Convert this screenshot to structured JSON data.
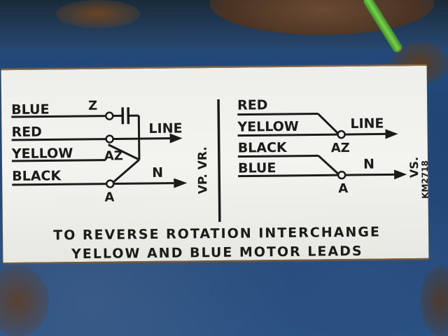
{
  "label": {
    "left_wiring": {
      "wires": [
        "BLUE",
        "RED",
        "YELLOW",
        "BLACK"
      ],
      "terminals": [
        "Z",
        "AZ",
        "A"
      ],
      "outputs": [
        "LINE",
        "N"
      ]
    },
    "left_code": "VP. VR.",
    "right_wiring": {
      "wires": [
        "RED",
        "YELLOW",
        "BLACK",
        "BLUE"
      ],
      "terminals": [
        "AZ",
        "A"
      ],
      "outputs": [
        "LINE",
        "N"
      ]
    },
    "right_code": "VS.",
    "right_edge_text": "KM2718",
    "instruction_line1": "TO REVERSE ROTATION INTERCHANGE",
    "instruction_line2": "YELLOW AND BLUE MOTOR LEADS"
  },
  "colors": {
    "label_background": "#eeeeea",
    "ink": "#1b1b1b",
    "motor_paint": "#1e4372",
    "rust": "#6a4a32"
  }
}
